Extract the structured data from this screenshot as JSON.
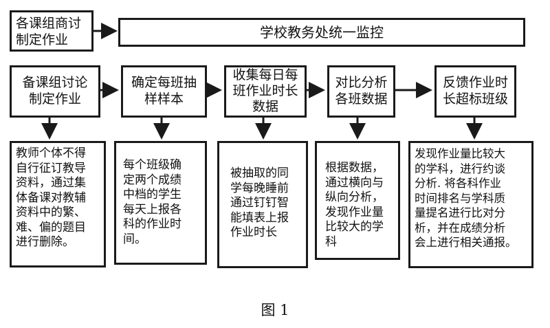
{
  "top_left_box": {
    "lines": [
      "各课组商讨",
      "制定作业"
    ]
  },
  "banner": {
    "text": "学校教务处统一监控"
  },
  "steps": [
    {
      "lines": [
        "备课组讨论",
        "制定作业"
      ]
    },
    {
      "lines": [
        "确定每班抽",
        "样样本"
      ]
    },
    {
      "lines": [
        "收集每日每",
        "班作业时长",
        "数据"
      ]
    },
    {
      "lines": [
        "对比分析",
        "各班数据"
      ]
    },
    {
      "lines": [
        "反馈作业时",
        "长超标班级"
      ]
    }
  ],
  "details": [
    {
      "lines": [
        "教师个体不得",
        "自行征订教导",
        "资料，通过集",
        "体备课对教辅",
        "资料中的繁、",
        "难、偏的题目",
        "进行删除。"
      ]
    },
    {
      "lines": [
        "每个班级确",
        "定两个成绩",
        "中档的学生",
        "每天上报各",
        "科的作业时",
        "间。"
      ]
    },
    {
      "lines": [
        "被抽取的同",
        "学每晚睡前",
        "通过钉钉智",
        "能填表上报",
        "作业时长"
      ]
    },
    {
      "lines": [
        "根据数据，",
        "通过横向与",
        "纵向分析，",
        "发现作业量",
        "比较大的学",
        "科"
      ]
    },
    {
      "lines": [
        "发现作业量比较大",
        "的学科，进行约谈",
        "分析. 将各科作业",
        "时间排名与学科质",
        "量提名进行比对分",
        "析，并在成绩分析",
        "会上进行相关通报。"
      ]
    }
  ],
  "caption": "图 1"
}
